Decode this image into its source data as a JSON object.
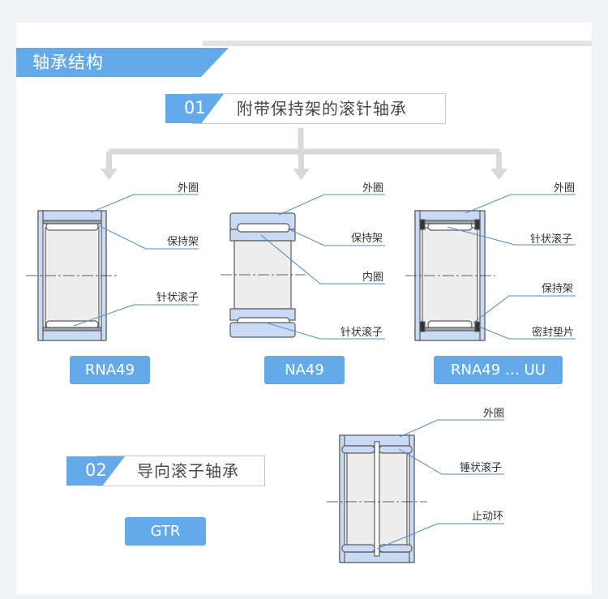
{
  "header": {
    "title": "轴承结构"
  },
  "sections": [
    {
      "number": "01",
      "title": "附带保持架的滚针轴承"
    },
    {
      "number": "02",
      "title": "导向滚子轴承"
    }
  ],
  "bearings": [
    {
      "model": "RNA49",
      "labels": [
        "外圈",
        "保持架",
        "针状滚子"
      ]
    },
    {
      "model": "NA49",
      "labels": [
        "外圈",
        "保持架",
        "内圈",
        "针状滚子"
      ]
    },
    {
      "model": "RNA49 … UU",
      "labels": [
        "外圈",
        "针状滚子",
        "保持架",
        "密封垫片"
      ]
    },
    {
      "model": "GTR",
      "labels": [
        "外圈",
        "锤状滚子",
        "止动环"
      ]
    }
  ],
  "colors": {
    "accent": "#64aaeb",
    "part_fill": "#c8daf4",
    "part_stroke": "#5c5c5c",
    "leader": "#4d8ccf",
    "connector": "#d9d9d9"
  }
}
